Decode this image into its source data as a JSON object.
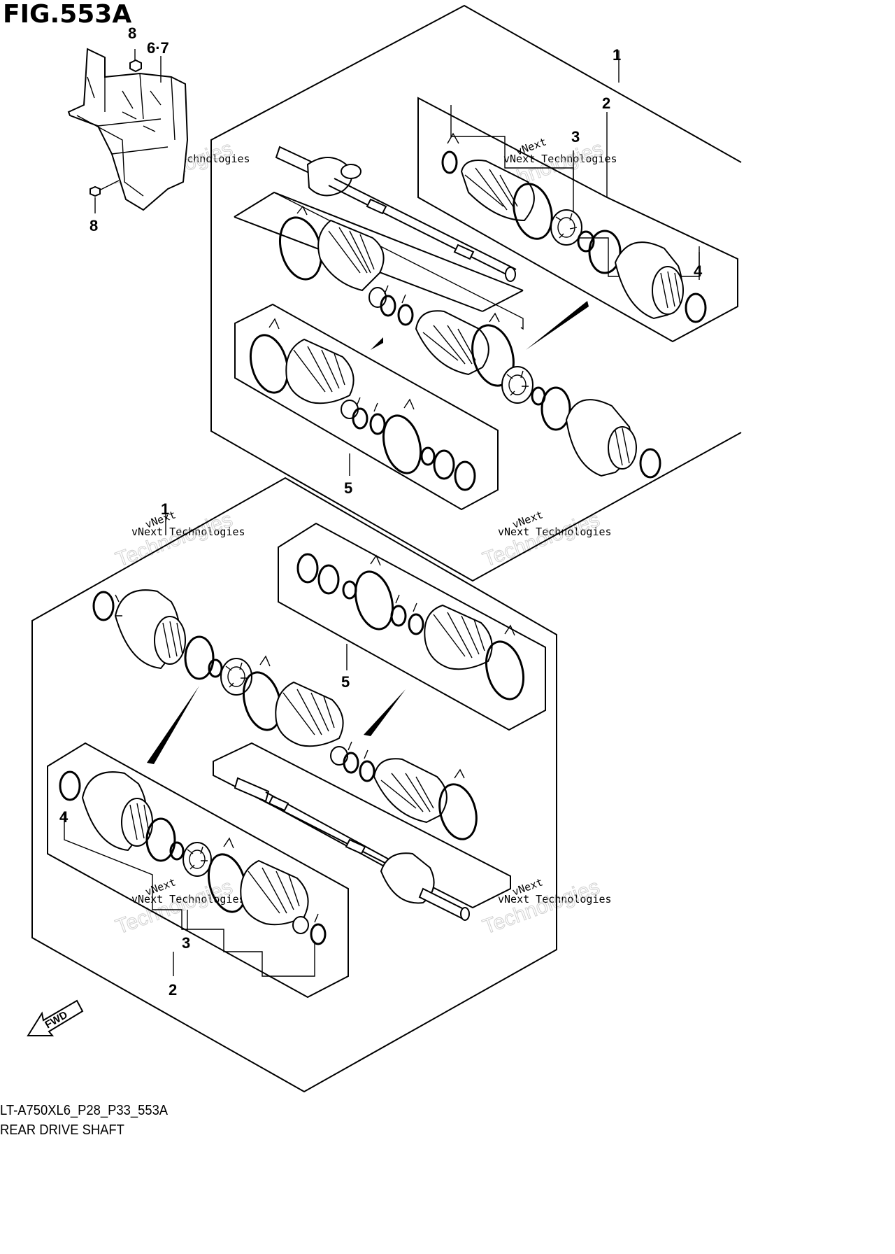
{
  "figure": {
    "title": "FIG.553A",
    "code": "LT-A750XL6_P28_P33_553A",
    "name": "REAR DRIVE SHAFT"
  },
  "callouts": {
    "bracket_bolt_top": "8",
    "bracket_guard": "6·7",
    "bracket_bolt_bottom": "8",
    "upper_assembly": "1",
    "upper_outer_joint_set": "2",
    "upper_bearing": "3",
    "upper_circlip": "4",
    "upper_boot_set": "5",
    "lower_assembly": "1",
    "lower_boot_set": "5",
    "lower_circlip": "4",
    "lower_bearing": "3",
    "lower_outer_joint_set": "2"
  },
  "watermark": {
    "line1": "vNext",
    "line2": "vNext Technologies",
    "line3": "Technologies"
  },
  "fwd_label": "FWD"
}
